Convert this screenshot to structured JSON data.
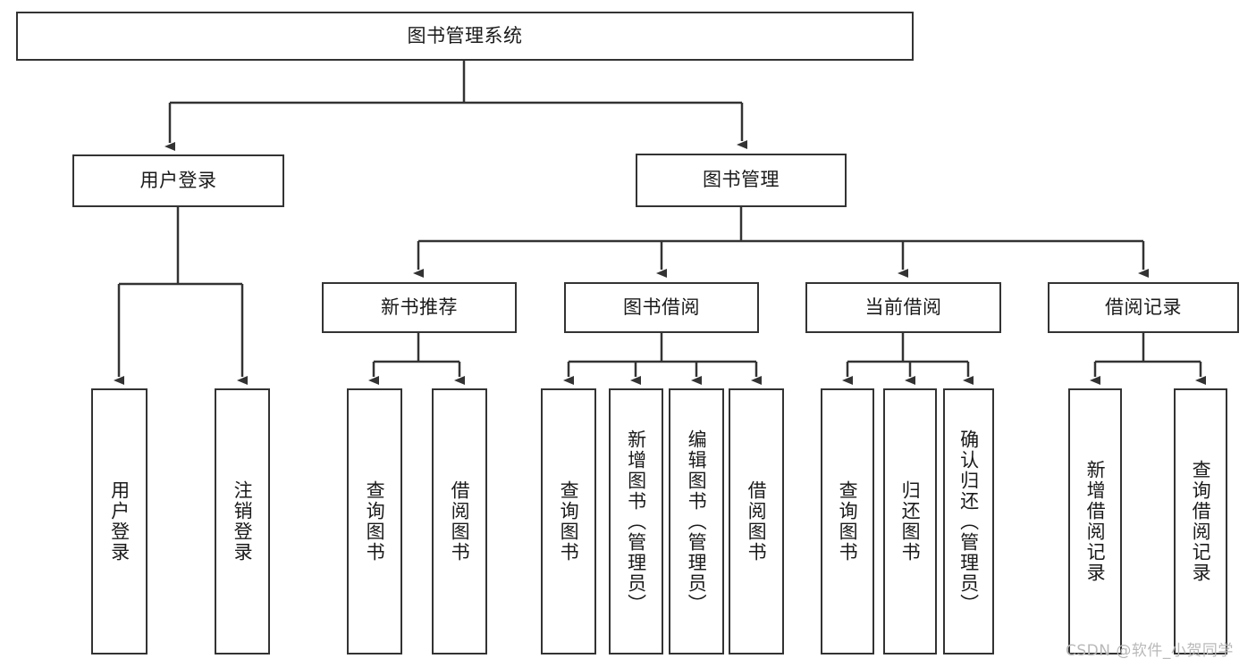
{
  "diagram": {
    "title": "图书管理系统",
    "orientation": "top-down-tree",
    "root": {
      "label": "图书管理系统"
    },
    "level2": [
      {
        "label": "用户登录"
      },
      {
        "label": "图书管理"
      }
    ],
    "level3": [
      {
        "label": "新书推荐"
      },
      {
        "label": "图书借阅"
      },
      {
        "label": "当前借阅"
      },
      {
        "label": "借阅记录"
      }
    ],
    "leaves": [
      {
        "label": "用户登录",
        "parent": "用户登录"
      },
      {
        "label": "注销登录",
        "parent": "用户登录"
      },
      {
        "label": "查询图书",
        "parent": "新书推荐"
      },
      {
        "label": "借阅图书",
        "parent": "新书推荐"
      },
      {
        "label": "查询图书",
        "parent": "图书借阅"
      },
      {
        "label": "新增图书（管理员）",
        "parent": "图书借阅"
      },
      {
        "label": "编辑图书（管理员）",
        "parent": "图书借阅"
      },
      {
        "label": "借阅图书",
        "parent": "图书借阅"
      },
      {
        "label": "查询图书",
        "parent": "当前借阅"
      },
      {
        "label": "归还图书",
        "parent": "当前借阅"
      },
      {
        "label": "确认归还（管理员）",
        "parent": "当前借阅"
      },
      {
        "label": "新增借阅记录",
        "parent": "借阅记录"
      },
      {
        "label": "查询借阅记录",
        "parent": "借阅记录"
      }
    ],
    "watermark": "CSDN @软件_小贺同学",
    "colors": {
      "stroke": "#333333",
      "text": "#1a1a1a",
      "background": "#ffffff",
      "watermark": "#b9b9b9"
    }
  }
}
